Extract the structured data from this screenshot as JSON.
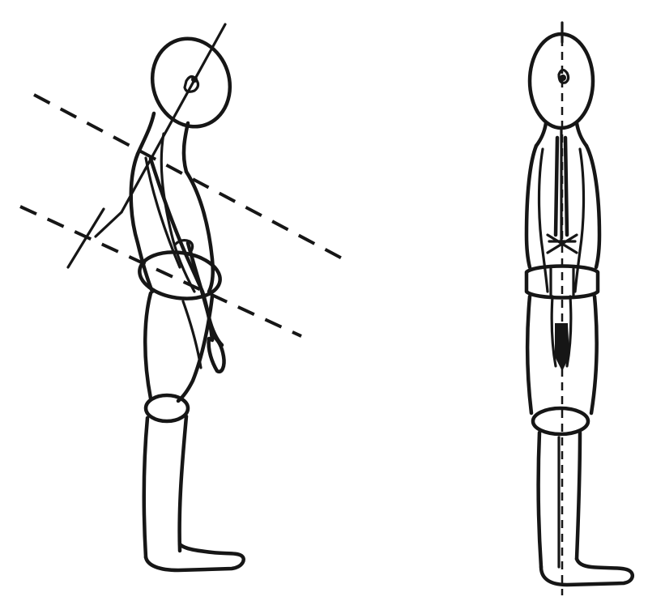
{
  "figure": {
    "panels": [
      {
        "id": "side-view",
        "orientation": "lateral"
      },
      {
        "id": "back-view",
        "orientation": "posterior"
      }
    ],
    "colors": {
      "ink": "#161616",
      "background": "#ffffff"
    }
  }
}
